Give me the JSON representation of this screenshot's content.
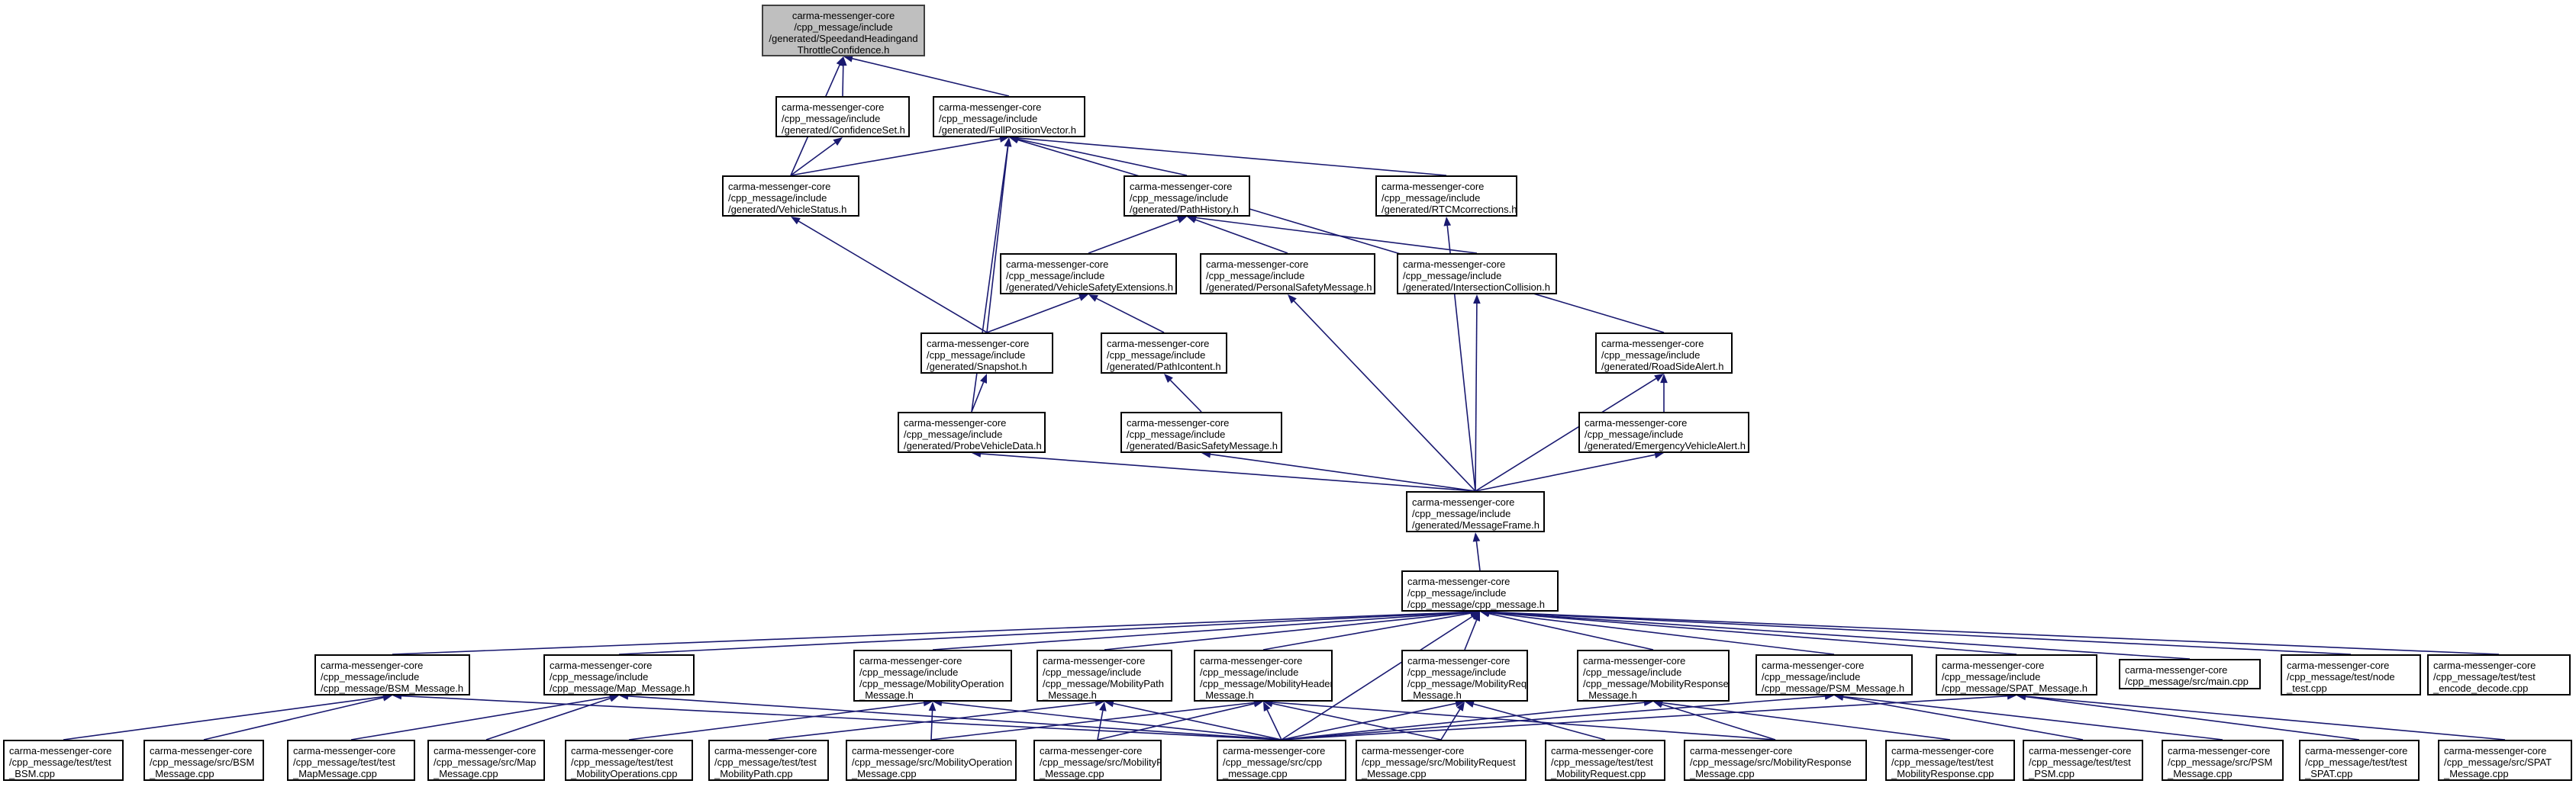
{
  "graph": {
    "edge_color": "#191970",
    "root_fill": "#bfbfbf",
    "nodes": [
      {
        "id": "root",
        "lines": [
          "carma-messenger-core",
          "/cpp_message/include",
          "/generated/SpeedandHeadingand",
          "ThrottleConfidence.h"
        ]
      },
      {
        "id": "confset",
        "lines": [
          "carma-messenger-core",
          "/cpp_message/include",
          "/generated/ConfidenceSet.h"
        ]
      },
      {
        "id": "fpv",
        "lines": [
          "carma-messenger-core",
          "/cpp_message/include",
          "/generated/FullPositionVector.h"
        ]
      },
      {
        "id": "vstatus",
        "lines": [
          "carma-messenger-core",
          "/cpp_message/include",
          "/generated/VehicleStatus.h"
        ]
      },
      {
        "id": "phist",
        "lines": [
          "carma-messenger-core",
          "/cpp_message/include",
          "/generated/PathHistory.h"
        ]
      },
      {
        "id": "rtcm",
        "lines": [
          "carma-messenger-core",
          "/cpp_message/include",
          "/generated/RTCMcorrections.h"
        ]
      },
      {
        "id": "vse",
        "lines": [
          "carma-messenger-core",
          "/cpp_message/include",
          "/generated/VehicleSafetyExtensions.h"
        ]
      },
      {
        "id": "psm_gen",
        "lines": [
          "carma-messenger-core",
          "/cpp_message/include",
          "/generated/PersonalSafetyMessage.h"
        ]
      },
      {
        "id": "icol",
        "lines": [
          "carma-messenger-core",
          "/cpp_message/include",
          "/generated/IntersectionCollision.h"
        ]
      },
      {
        "id": "rsa",
        "lines": [
          "carma-messenger-core",
          "/cpp_message/include",
          "/generated/RoadSideAlert.h"
        ]
      },
      {
        "id": "snap",
        "lines": [
          "carma-messenger-core",
          "/cpp_message/include",
          "/generated/Snapshot.h"
        ]
      },
      {
        "id": "pi",
        "lines": [
          "carma-messenger-core",
          "/cpp_message/include",
          "/generated/PathIcontent.h"
        ]
      },
      {
        "id": "pvd",
        "lines": [
          "carma-messenger-core",
          "/cpp_message/include",
          "/generated/ProbeVehicleData.h"
        ]
      },
      {
        "id": "bsm_gen",
        "lines": [
          "carma-messenger-core",
          "/cpp_message/include",
          "/generated/BasicSafetyMessage.h"
        ]
      },
      {
        "id": "eva",
        "lines": [
          "carma-messenger-core",
          "/cpp_message/include",
          "/generated/EmergencyVehicleAlert.h"
        ]
      },
      {
        "id": "mf",
        "lines": [
          "carma-messenger-core",
          "/cpp_message/include",
          "/generated/MessageFrame.h"
        ]
      },
      {
        "id": "cpph",
        "lines": [
          "carma-messenger-core",
          "/cpp_message/include",
          "/cpp_message/cpp_message.h"
        ]
      },
      {
        "id": "bsmh",
        "lines": [
          "carma-messenger-core",
          "/cpp_message/include",
          "/cpp_message/BSM_Message.h"
        ]
      },
      {
        "id": "maph",
        "lines": [
          "carma-messenger-core",
          "/cpp_message/include",
          "/cpp_message/Map_Message.h"
        ]
      },
      {
        "id": "moph",
        "lines": [
          "carma-messenger-core",
          "/cpp_message/include",
          "/cpp_message/MobilityOperation",
          "_Message.h"
        ]
      },
      {
        "id": "mpath",
        "lines": [
          "carma-messenger-core",
          "/cpp_message/include",
          "/cpp_message/MobilityPath",
          "_Message.h"
        ]
      },
      {
        "id": "mhdr",
        "lines": [
          "carma-messenger-core",
          "/cpp_message/include",
          "/cpp_message/MobilityHeader",
          "_Message.h"
        ]
      },
      {
        "id": "mreq",
        "lines": [
          "carma-messenger-core",
          "/cpp_message/include",
          "/cpp_message/MobilityRequest",
          "_Message.h"
        ]
      },
      {
        "id": "mresp",
        "lines": [
          "carma-messenger-core",
          "/cpp_message/include",
          "/cpp_message/MobilityResponse",
          "_Message.h"
        ]
      },
      {
        "id": "psmh",
        "lines": [
          "carma-messenger-core",
          "/cpp_message/include",
          "/cpp_message/PSM_Message.h"
        ]
      },
      {
        "id": "spath",
        "lines": [
          "carma-messenger-core",
          "/cpp_message/include",
          "/cpp_message/SPAT_Message.h"
        ]
      },
      {
        "id": "maincpp",
        "lines": [
          "carma-messenger-core",
          "/cpp_message/src/main.cpp"
        ]
      },
      {
        "id": "nodetest",
        "lines": [
          "carma-messenger-core",
          "/cpp_message/test/node",
          "_test.cpp"
        ]
      },
      {
        "id": "enctest",
        "lines": [
          "carma-messenger-core",
          "/cpp_message/test/test",
          "_encode_decode.cpp"
        ]
      },
      {
        "id": "t_bsm",
        "lines": [
          "carma-messenger-core",
          "/cpp_message/test/test",
          "_BSM.cpp"
        ]
      },
      {
        "id": "s_bsm",
        "lines": [
          "carma-messenger-core",
          "/cpp_message/src/BSM",
          "_Message.cpp"
        ]
      },
      {
        "id": "t_map",
        "lines": [
          "carma-messenger-core",
          "/cpp_message/test/test",
          "_MapMessage.cpp"
        ]
      },
      {
        "id": "s_map",
        "lines": [
          "carma-messenger-core",
          "/cpp_message/src/Map",
          "_Message.cpp"
        ]
      },
      {
        "id": "t_mop",
        "lines": [
          "carma-messenger-core",
          "/cpp_message/test/test",
          "_MobilityOperations.cpp"
        ]
      },
      {
        "id": "t_mpath",
        "lines": [
          "carma-messenger-core",
          "/cpp_message/test/test",
          "_MobilityPath.cpp"
        ]
      },
      {
        "id": "s_mop",
        "lines": [
          "carma-messenger-core",
          "/cpp_message/src/MobilityOperation",
          "_Message.cpp"
        ]
      },
      {
        "id": "s_mpath",
        "lines": [
          "carma-messenger-core",
          "/cpp_message/src/MobilityPath",
          "_Message.cpp"
        ]
      },
      {
        "id": "s_cpp",
        "lines": [
          "carma-messenger-core",
          "/cpp_message/src/cpp",
          "_message.cpp"
        ]
      },
      {
        "id": "s_mreq",
        "lines": [
          "carma-messenger-core",
          "/cpp_message/src/MobilityRequest",
          "_Message.cpp"
        ]
      },
      {
        "id": "t_mreq",
        "lines": [
          "carma-messenger-core",
          "/cpp_message/test/test",
          "_MobilityRequest.cpp"
        ]
      },
      {
        "id": "s_mresp",
        "lines": [
          "carma-messenger-core",
          "/cpp_message/src/MobilityResponse",
          "_Message.cpp"
        ]
      },
      {
        "id": "t_mresp",
        "lines": [
          "carma-messenger-core",
          "/cpp_message/test/test",
          "_MobilityResponse.cpp"
        ]
      },
      {
        "id": "t_psm",
        "lines": [
          "carma-messenger-core",
          "/cpp_message/test/test",
          "_PSM.cpp"
        ]
      },
      {
        "id": "s_psm",
        "lines": [
          "carma-messenger-core",
          "/cpp_message/src/PSM",
          "_Message.cpp"
        ]
      },
      {
        "id": "t_spat",
        "lines": [
          "carma-messenger-core",
          "/cpp_message/test/test",
          "_SPAT.cpp"
        ]
      },
      {
        "id": "s_spat",
        "lines": [
          "carma-messenger-core",
          "/cpp_message/src/SPAT",
          "_Message.cpp"
        ]
      }
    ],
    "edges": [
      [
        "confset",
        "root"
      ],
      [
        "fpv",
        "root"
      ],
      [
        "vstatus",
        "root"
      ],
      [
        "vstatus",
        "confset"
      ],
      [
        "vstatus",
        "fpv"
      ],
      [
        "phist",
        "fpv"
      ],
      [
        "rtcm",
        "fpv"
      ],
      [
        "snap",
        "fpv"
      ],
      [
        "pvd",
        "fpv"
      ],
      [
        "rsa",
        "fpv"
      ],
      [
        "snap",
        "vstatus"
      ],
      [
        "vse",
        "phist"
      ],
      [
        "psm_gen",
        "phist"
      ],
      [
        "icol",
        "phist"
      ],
      [
        "snap",
        "vse"
      ],
      [
        "pi",
        "vse"
      ],
      [
        "pvd",
        "snap"
      ],
      [
        "bsm_gen",
        "pi"
      ],
      [
        "eva",
        "rsa"
      ],
      [
        "mf",
        "rsa"
      ],
      [
        "mf",
        "pvd"
      ],
      [
        "mf",
        "bsm_gen"
      ],
      [
        "mf",
        "psm_gen"
      ],
      [
        "mf",
        "icol"
      ],
      [
        "mf",
        "rtcm"
      ],
      [
        "mf",
        "eva"
      ],
      [
        "cpph",
        "mf"
      ],
      [
        "bsmh",
        "cpph"
      ],
      [
        "maph",
        "cpph"
      ],
      [
        "moph",
        "cpph"
      ],
      [
        "mpath",
        "cpph"
      ],
      [
        "mhdr",
        "cpph"
      ],
      [
        "mreq",
        "cpph"
      ],
      [
        "mresp",
        "cpph"
      ],
      [
        "psmh",
        "cpph"
      ],
      [
        "spath",
        "cpph"
      ],
      [
        "maincpp",
        "cpph"
      ],
      [
        "nodetest",
        "cpph"
      ],
      [
        "enctest",
        "cpph"
      ],
      [
        "s_cpp",
        "cpph"
      ],
      [
        "t_bsm",
        "bsmh"
      ],
      [
        "s_bsm",
        "bsmh"
      ],
      [
        "s_cpp",
        "bsmh"
      ],
      [
        "t_map",
        "maph"
      ],
      [
        "s_map",
        "maph"
      ],
      [
        "s_cpp",
        "maph"
      ],
      [
        "t_mop",
        "moph"
      ],
      [
        "s_mop",
        "moph"
      ],
      [
        "s_cpp",
        "moph"
      ],
      [
        "t_mpath",
        "mpath"
      ],
      [
        "s_mpath",
        "mpath"
      ],
      [
        "s_cpp",
        "mpath"
      ],
      [
        "s_mop",
        "mhdr"
      ],
      [
        "s_mpath",
        "mhdr"
      ],
      [
        "s_cpp",
        "mhdr"
      ],
      [
        "s_mreq",
        "mhdr"
      ],
      [
        "s_mresp",
        "mhdr"
      ],
      [
        "s_mreq",
        "mreq"
      ],
      [
        "t_mreq",
        "mreq"
      ],
      [
        "s_cpp",
        "mreq"
      ],
      [
        "s_mresp",
        "mresp"
      ],
      [
        "t_mresp",
        "mresp"
      ],
      [
        "s_cpp",
        "mresp"
      ],
      [
        "t_psm",
        "psmh"
      ],
      [
        "s_psm",
        "psmh"
      ],
      [
        "s_cpp",
        "psmh"
      ],
      [
        "t_spat",
        "spath"
      ],
      [
        "s_spat",
        "spath"
      ],
      [
        "s_cpp",
        "spath"
      ]
    ]
  }
}
